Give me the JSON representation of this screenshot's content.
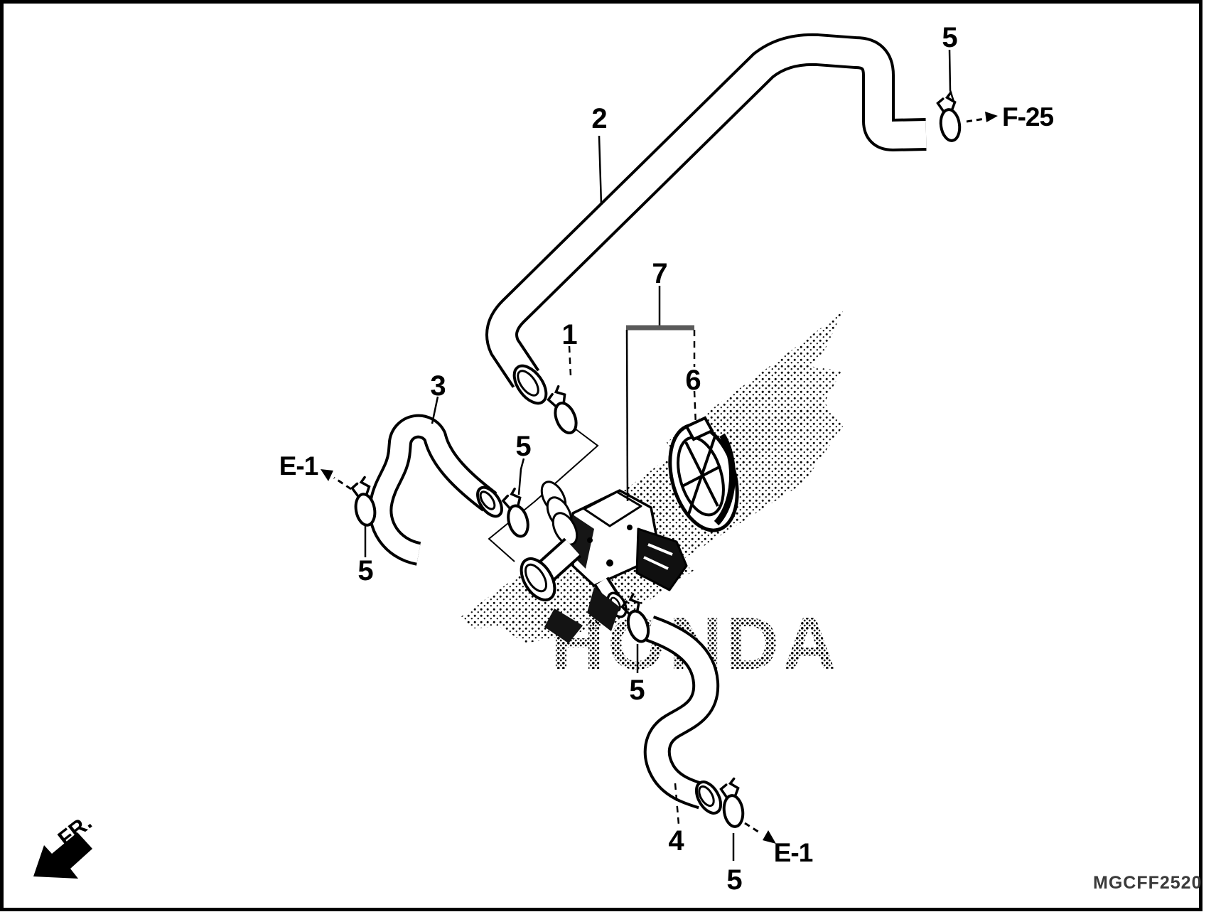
{
  "page": {
    "background": "#ffffff",
    "ink": "#000000"
  },
  "diagram": {
    "code": "MGCFF2520",
    "watermark_text": "HONDA",
    "front_marker": "FR.",
    "parts": {
      "clamp_tube": "1",
      "hose_top": "2",
      "hose_mid": "3",
      "hose_bottom": "4",
      "clip": "5",
      "stay": "6",
      "valve_set": "7"
    },
    "refs": {
      "f25": "F-25",
      "e1": "E-1"
    },
    "colors": {
      "bracket_bar": "#5a5a5a",
      "code_text": "#3a3a3a",
      "line": "#000000"
    }
  }
}
